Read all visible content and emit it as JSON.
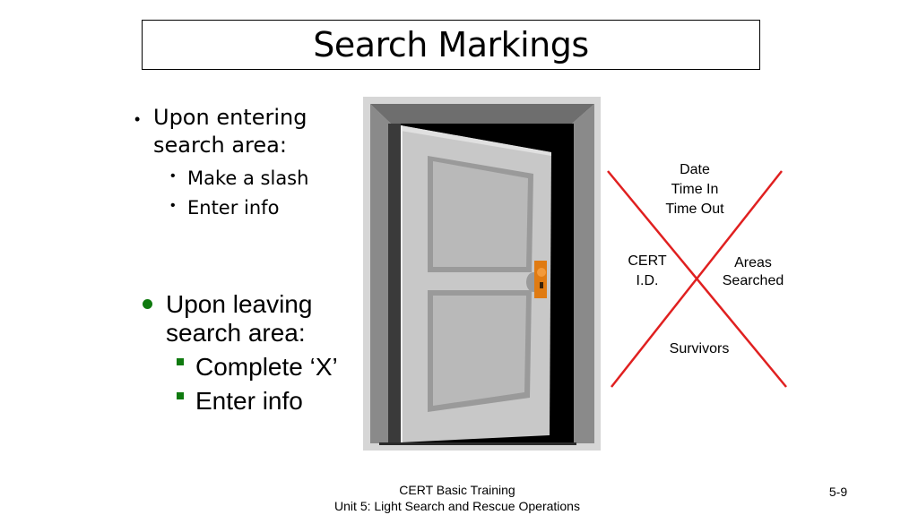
{
  "title": "Search Markings",
  "section1": {
    "heading_line1": "Upon entering",
    "heading_line2": "search area:",
    "items": [
      "Make a slash",
      "Enter info"
    ]
  },
  "section2": {
    "heading_line1": "Upon leaving",
    "heading_line2": "search area:",
    "items": [
      "Complete ‘X’",
      "Enter info"
    ]
  },
  "marking": {
    "top_lines": [
      "Date",
      "Time In",
      "Time Out"
    ],
    "left_lines": [
      "CERT",
      "I.D."
    ],
    "right_lines": [
      "Areas",
      "Searched"
    ],
    "bottom": "Survivors",
    "line_color": "#e02020"
  },
  "footer": {
    "line1": "CERT Basic Training",
    "line2": "Unit 5: Light Search and Rescue Operations",
    "page": "5-9"
  },
  "colors": {
    "bullet_green": "#0f7a0f",
    "knob": "#e07b12"
  }
}
